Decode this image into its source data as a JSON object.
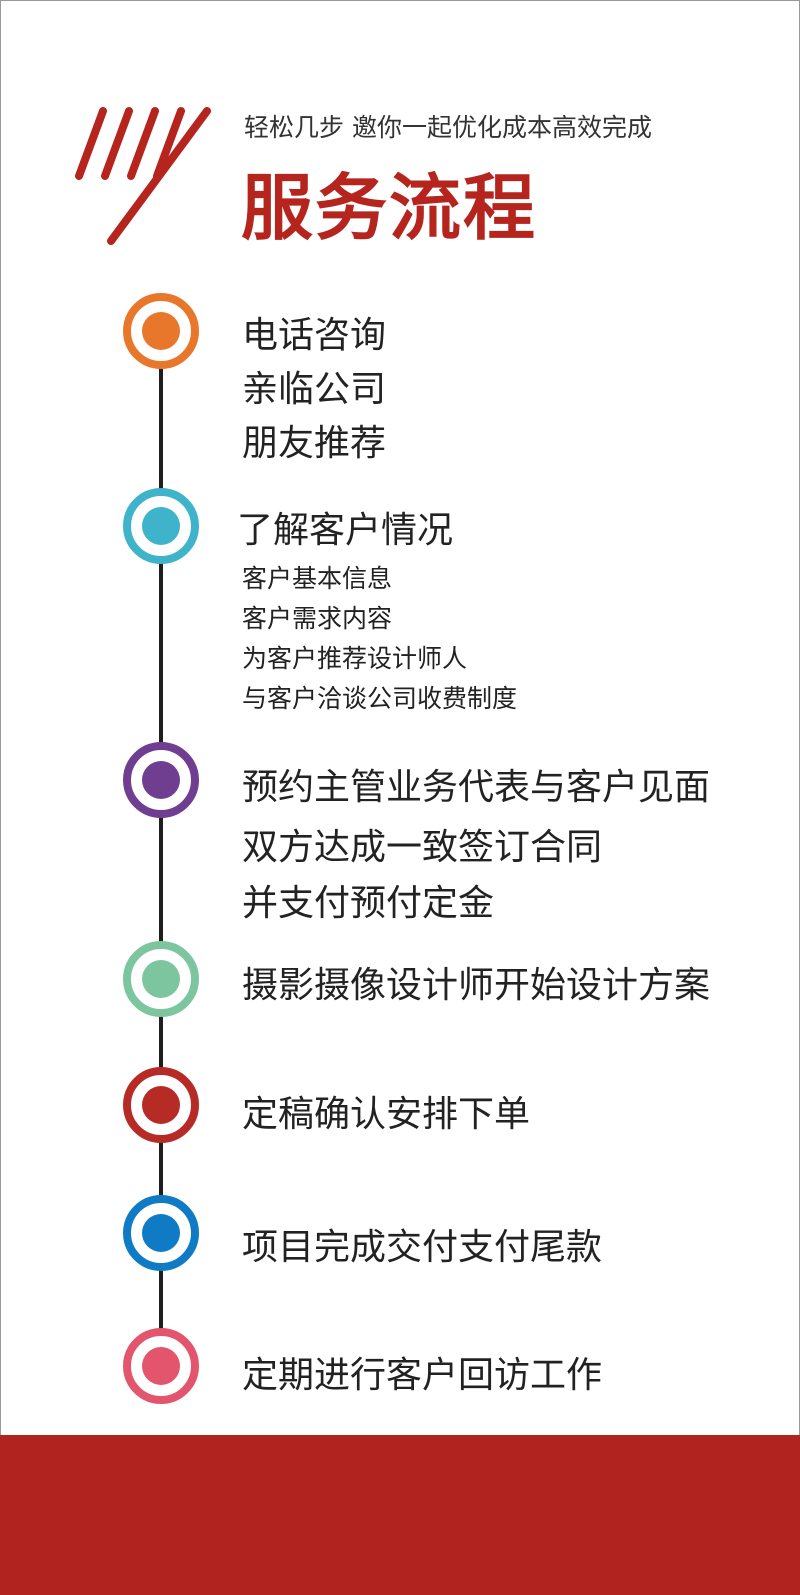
{
  "header": {
    "subtitle": "轻松几步  邀你一起优化成本高效完成",
    "title": "服务流程"
  },
  "colors": {
    "brand_red": "#b5241d",
    "step1": "#e8772c",
    "step2": "#3fb3c9",
    "step3": "#6f3e91",
    "step4": "#7dc59f",
    "step5": "#b62b26",
    "step6": "#0f7bc4",
    "step7": "#e3546d"
  },
  "steps": [
    {
      "lines": [
        "电话咨询",
        "亲临公司",
        "朋友推荐"
      ]
    },
    {
      "heading": "了解客户情况",
      "details": [
        "客户基本信息",
        "客户需求内容",
        "为客户推荐设计师人",
        "与客户洽谈公司收费制度"
      ]
    },
    {
      "lines": [
        "预约主管业务代表与客户见面",
        "双方达成一致签订合同",
        "并支付预付定金"
      ]
    },
    {
      "lines": [
        "摄影摄像设计师开始设计方案"
      ]
    },
    {
      "lines": [
        "定稿确认安排下单"
      ]
    },
    {
      "lines": [
        "项目完成交付支付尾款"
      ]
    },
    {
      "lines": [
        "定期进行客户回访工作"
      ]
    }
  ]
}
